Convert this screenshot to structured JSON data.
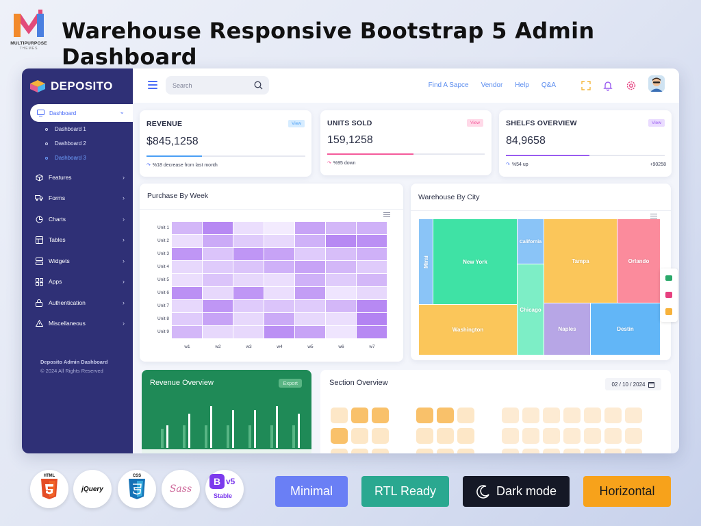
{
  "promo": {
    "title": "Warehouse Responsive Bootstrap 5 Admin Dashboard",
    "logo_text": "MULTIPURPOSE",
    "logo_sub": "THEMES"
  },
  "sidebar": {
    "brand": "DEPOSITO",
    "active_item": "Dashboard",
    "sub_items": [
      "Dashboard 1",
      "Dashboard 2",
      "Dashboard 3"
    ],
    "active_sub": "Dashboard 3",
    "items": [
      {
        "label": "Features",
        "icon": "box-icon"
      },
      {
        "label": "Forms",
        "icon": "truck-icon"
      },
      {
        "label": "Charts",
        "icon": "pie-chart-icon"
      },
      {
        "label": "Tables",
        "icon": "table-icon"
      },
      {
        "label": "Widgets",
        "icon": "server-icon"
      },
      {
        "label": "Apps",
        "icon": "grid-icon"
      },
      {
        "label": "Authentication",
        "icon": "lock-icon"
      },
      {
        "label": "Miscellaneous",
        "icon": "warning-icon"
      }
    ],
    "footer_title": "Deposito Admin Dashboard",
    "footer_copy": "© 2024 All Rights Reserved"
  },
  "topbar": {
    "search_placeholder": "Search",
    "links": [
      "Find A Sapce",
      "Vendor",
      "Help",
      "Q&A"
    ]
  },
  "stats": [
    {
      "title": "REVENUE",
      "value": "$845,1258",
      "badge": "View",
      "note": "%18 decrease from last month",
      "note_right": "",
      "progress": 0.35,
      "color": "#4a9ff5"
    },
    {
      "title": "UNITS SOLD",
      "value": "159,1258",
      "badge": "View",
      "note": "%95 down",
      "note_right": "",
      "progress": 0.55,
      "color": "#f45b9b"
    },
    {
      "title": "SHELFS OVERVIEW",
      "value": "84,9658",
      "badge": "View",
      "note": "%54 up",
      "note_right": "+90258",
      "progress": 0.5,
      "color": "#9a5cf0"
    }
  ],
  "purchase": {
    "title": "Purchase By Week",
    "chart_data": {
      "type": "heatmap",
      "x": [
        "w1",
        "w2",
        "w3",
        "w4",
        "w5",
        "w6",
        "w7"
      ],
      "y": [
        "Unit 1",
        "Unit 2",
        "Unit 3",
        "Unit 4",
        "Unit 5",
        "Unit 6",
        "Unit 7",
        "Unit 8",
        "Unit 9"
      ],
      "values": [
        [
          0.45,
          0.8,
          0.15,
          0.05,
          0.6,
          0.45,
          0.5
        ],
        [
          0.15,
          0.55,
          0.3,
          0.2,
          0.5,
          0.8,
          0.75
        ],
        [
          0.7,
          0.35,
          0.7,
          0.6,
          0.3,
          0.4,
          0.5
        ],
        [
          0.2,
          0.3,
          0.35,
          0.5,
          0.6,
          0.45,
          0.3
        ],
        [
          0.15,
          0.35,
          0.2,
          0.15,
          0.5,
          0.3,
          0.45
        ],
        [
          0.75,
          0.2,
          0.7,
          0.15,
          0.65,
          0.1,
          0.2
        ],
        [
          0.2,
          0.7,
          0.3,
          0.35,
          0.3,
          0.45,
          0.8
        ],
        [
          0.3,
          0.6,
          0.2,
          0.55,
          0.2,
          0.15,
          0.85
        ],
        [
          0.45,
          0.2,
          0.2,
          0.75,
          0.6,
          0.1,
          0.8
        ]
      ]
    }
  },
  "warehouse": {
    "title": "Warehouse By City",
    "cities": [
      "Mirai",
      "New York",
      "California",
      "Chicago",
      "Tampa",
      "Orlando",
      "Washington",
      "Naples",
      "Destin"
    ]
  },
  "revenue_overview": {
    "title": "Revenue Overview",
    "export_label": "Export",
    "bars": [
      0.3,
      0.45,
      0.55,
      0.5,
      0.5,
      0.55,
      0.45
    ],
    "bars2": [
      0.25,
      0.3,
      0.3,
      0.3,
      0.3,
      0.3,
      0.3
    ]
  },
  "section_overview": {
    "title": "Section Overview",
    "date": "02 / 10 / 2024"
  },
  "features": [
    "Minimal",
    "RTL Ready",
    "Dark mode",
    "Horizontal"
  ],
  "tech": [
    "HTML",
    "jQuery",
    "CSS",
    "Sass",
    "v5",
    "Stable"
  ]
}
